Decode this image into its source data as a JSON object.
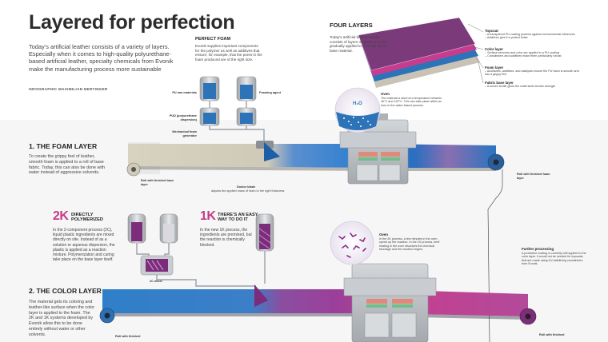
{
  "title": "Layered for perfection",
  "intro": "Today’s artificial leather consists of a variety of layers. Especially when it comes to high-quality polyurethane-based artificial leather, specialty chemicals from Evonik make the manufacturing process more sustainable",
  "credit": "INFOGRAPHIC MAXIMILIAN NERTINGER",
  "perfect_foam": {
    "heading": "PERFECT FOAM",
    "text": "Evonik supplies important components for the polymer as well as additives that ensure, for example, that the pores in the foam produced are of the right size.",
    "labels": {
      "pu_raw": "PU raw materials",
      "foaming_agent": "Foaming agent",
      "pud": "PUD (polyurethane dispersion)",
      "mechanical_foam": "Mechanical foam generator"
    }
  },
  "four_layers": {
    "heading": "FOUR LAYERS",
    "text": "Today’s artificial leather mainly consists of layers of plastic that are gradually applied to a mostly woven base material.",
    "layers": [
      {
        "title": "Topcoat",
        "notes": [
          "– A transparent PU coating protects against environmental influences",
          "– Additives give it a perfect finish"
        ],
        "color": "#7b3a7a"
      },
      {
        "title": "Color layer",
        "notes": [
          "– Surface structure and color are applied to a PU coating",
          "– Crosslinkers and additives make them particularly robust"
        ],
        "color": "#c73c8e"
      },
      {
        "title": "Foam layer",
        "notes": [
          "– Auxiliaries, additives, and catalysts ensure the PU foam is smooth and has a grippy feel"
        ],
        "color": "#2c73b8"
      },
      {
        "title": "Fabric base layer",
        "notes": [
          "– A woven textile gives the material its tensile strength"
        ],
        "color": "#c9c3b6"
      }
    ]
  },
  "oven1": {
    "title": "Oven",
    "text": "The material is dried at a temperature between 40°C and 120°C. This can take place within an hour in the water-based process.",
    "molecule": "H₂O"
  },
  "foam_layer": {
    "heading": "1. THE FOAM LAYER",
    "text": "To create the grippy feel of leather, smooth foam is applied to a roll of base fabric. Today, this can also be done with water instead of aggressive solvents.",
    "roll_left": "Roll with finished base layer",
    "doctor_blade_title": "Doctor blade",
    "doctor_blade_text": "adjusts the applied mass of foam to the right thickness",
    "roll_right": "Roll with finished foam layer"
  },
  "k2": {
    "big": "2K",
    "title": "DIRECTLY POLYMERIZED",
    "text": "In the 2-component process (2C), liquid plastic ingredients are mixed directly on site. Instead of as a solution or aqueous dispersion, the plastic is applied as a reaction mixture. Polymerization and curing take place on the base layer itself.",
    "mixer": "2C mixer"
  },
  "k1": {
    "big": "1K",
    "title": "THERE’S AN EASY WAY TO DO IT",
    "text": "In the new 1K process, the ingredients are premixed, but the reaction is chemically blocked."
  },
  "oven2": {
    "title": "Oven",
    "text": "In the 2K process, a few minutes in the oven speed up the reaction. In the 1K process, brief heating in the oven dissolves the chemical blockage and the reaction begins."
  },
  "color_layer": {
    "heading": "2. THE COLOR LAYER",
    "text": "The material gets its coloring and leather-like surface when the color layer is applied to the foam. The 2K and 1K systems developed by Evonik allow this to be done entirely without water or other solvents.",
    "roll_left": "Roll with finished",
    "roll_right": "Roll with finished"
  },
  "further_processing": {
    "title": "Further processing",
    "text": "A protective coating is currently still applied to the color layer. It would not be needed for topcoats that are made using UV-stabilizing crosslinkers from Evonik."
  },
  "colors": {
    "blue": "#2878c8",
    "magenta": "#c53b87",
    "purple": "#7b3a7a",
    "beige": "#cbc4b2",
    "machine_gray": "#b8bcc0"
  }
}
